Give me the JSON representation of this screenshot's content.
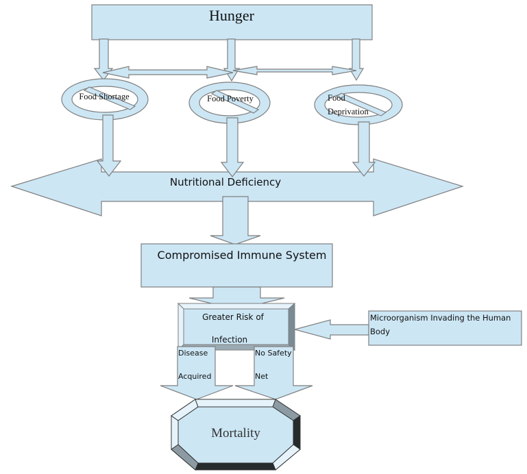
{
  "diagram": {
    "title": "Hunger",
    "causes": [
      {
        "id": "food-shortage",
        "lines": [
          "Food Shortage"
        ]
      },
      {
        "id": "food-poverty",
        "lines": [
          "Food Poverty"
        ]
      },
      {
        "id": "food-deprivation",
        "lines": [
          "Food",
          "Deprivation"
        ]
      }
    ],
    "nutritional_deficiency": "Nutritional Deficiency",
    "compromised_immune_system": "Compromised Immune System",
    "greater_risk": {
      "line1": "Greater Risk of",
      "line2": "Infection"
    },
    "microorganism": {
      "line1": "Microorganism Invading the Human",
      "line2": "Body"
    },
    "disease_acquired": {
      "line1": "Disease",
      "line2": "Acquired"
    },
    "no_safety_net": {
      "line1": "No Safety",
      "line2": "Net"
    },
    "outcome": "Mortality"
  },
  "colors": {
    "fill": "#cce6f4",
    "stroke": "#7f7f7f",
    "bevel_light": "#e6f3fb",
    "bevel_mid": "#8c9ba3",
    "bevel_dark": "#262b2e"
  }
}
